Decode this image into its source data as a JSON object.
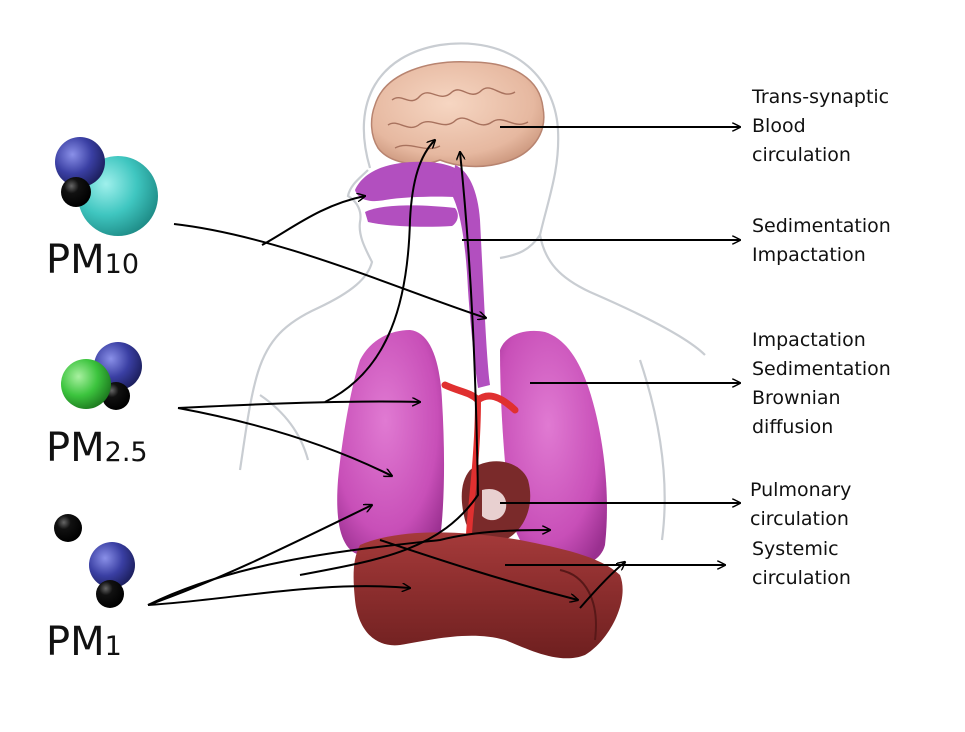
{
  "particles": [
    {
      "prefix": "PM",
      "sub": "10"
    },
    {
      "prefix": "PM",
      "sub": "2.5"
    },
    {
      "prefix": "PM",
      "sub": "1"
    }
  ],
  "mechanisms": [
    {
      "lines": [
        "Trans-synaptic",
        "Blood",
        "circulation"
      ]
    },
    {
      "lines": [
        "Sedimentation",
        "Impactation"
      ]
    },
    {
      "lines": [
        "Impactation",
        "Sedimentation",
        "Brownian",
        "diffusion"
      ]
    },
    {
      "lines": [
        "Pulmonary",
        "circulation"
      ]
    },
    {
      "lines": [
        "Systemic",
        "circulation"
      ]
    }
  ],
  "colors": {
    "pm10_large": "#3fc6c0",
    "blue_particle": "#3a3fa3",
    "green_particle": "#3cc43e",
    "black_particle": "#000000",
    "lung": "#c84fb8",
    "airway": "#b24fbf",
    "brain": "#e6b8a0",
    "liver": "#8a2a2a",
    "artery": "#e03030",
    "vein": "#8aa0c0"
  }
}
